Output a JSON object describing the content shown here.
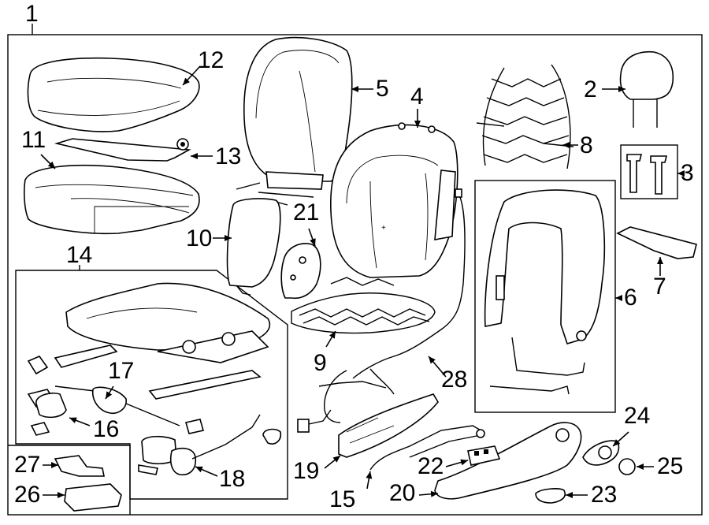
{
  "diagram": {
    "labels": {
      "n1": "1",
      "n2": "2",
      "n3": "3",
      "n4": "4",
      "n5": "5",
      "n6": "6",
      "n7": "7",
      "n8": "8",
      "n9": "9",
      "n10": "10",
      "n11": "11",
      "n12": "12",
      "n13": "13",
      "n14": "14",
      "n15": "15",
      "n16": "16",
      "n17": "17",
      "n18": "18",
      "n19": "19",
      "n20": "20",
      "n21": "21",
      "n22": "22",
      "n23": "23",
      "n24": "24",
      "n25": "25",
      "n26": "26",
      "n27": "27",
      "n28": "28"
    }
  }
}
